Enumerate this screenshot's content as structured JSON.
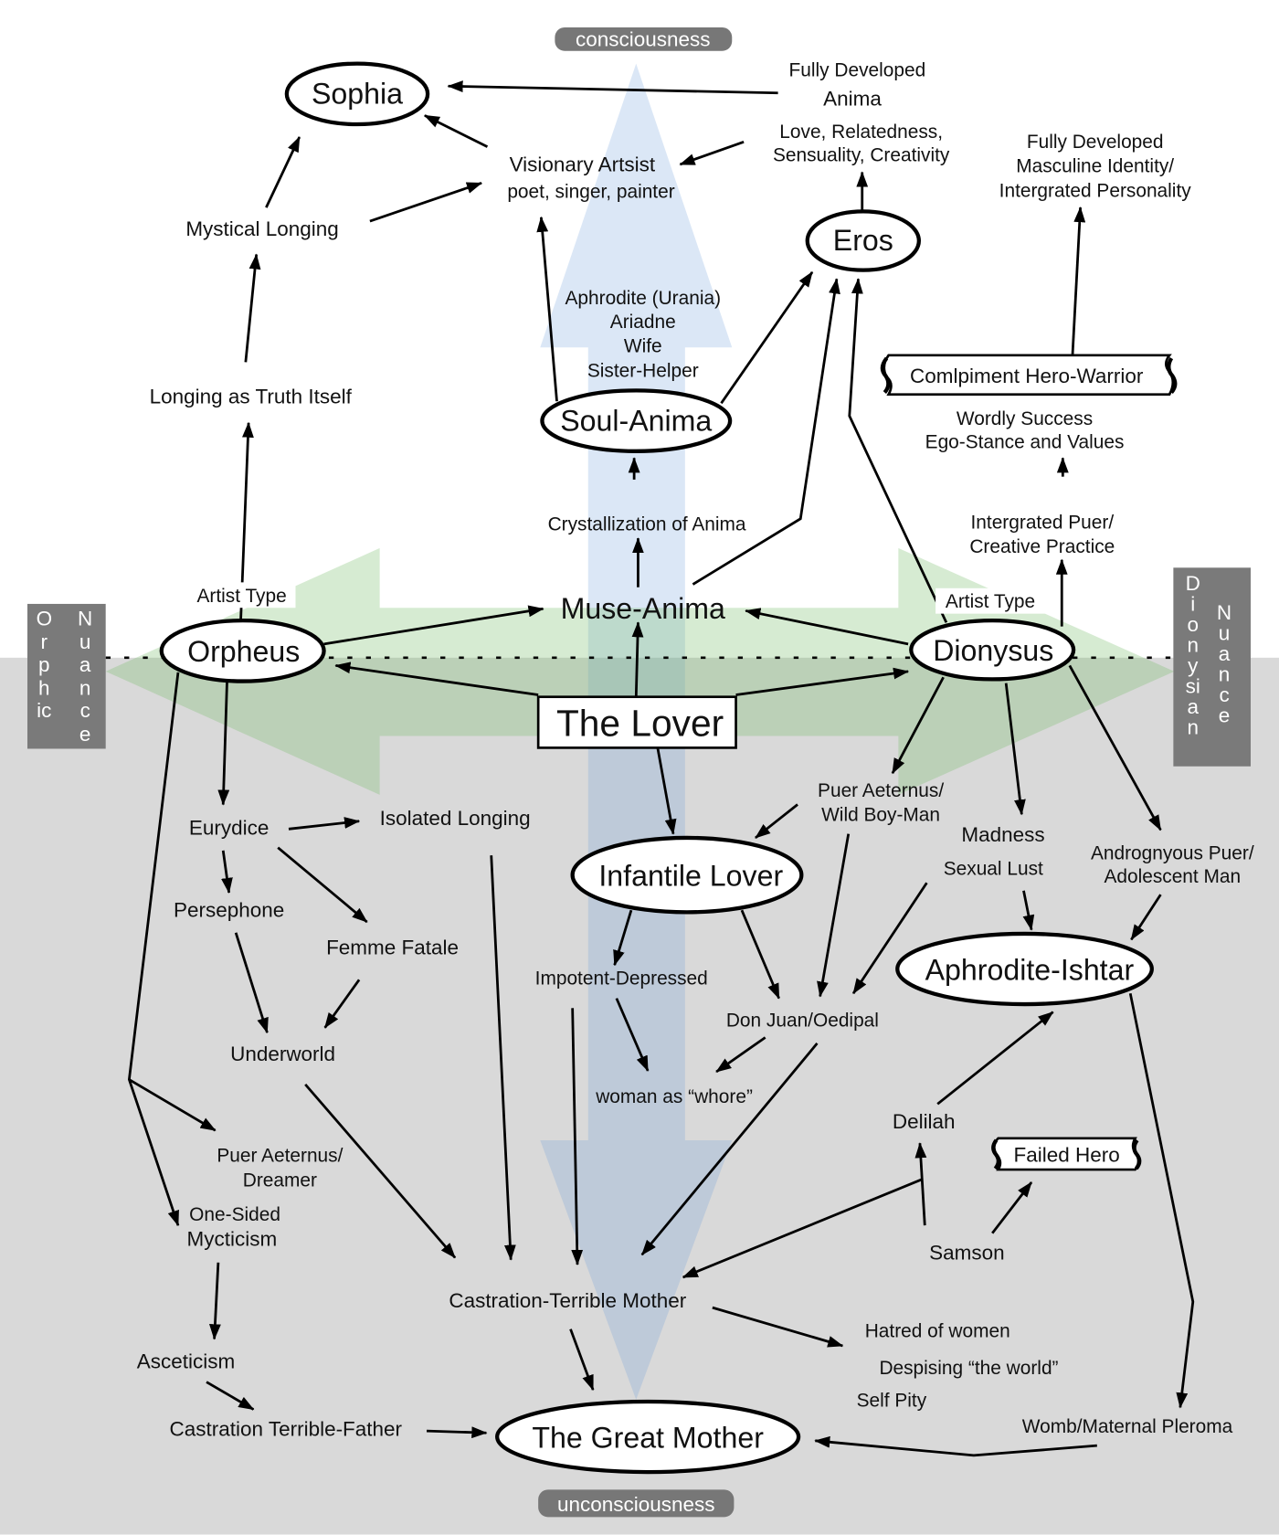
{
  "poles": {
    "top": "consciousness",
    "bottom": "unconsciousness"
  },
  "side_labels": {
    "left": {
      "word1": "Orphic",
      "word2": "Nuance"
    },
    "right": {
      "word1": "Dionysian",
      "word2": "Nuance"
    }
  },
  "nodes": {
    "sophia": "Sophia",
    "eros": "Eros",
    "soul_anima": "Soul-Anima",
    "muse_anima": "Muse-Anima",
    "orpheus": "Orpheus",
    "dionysus": "Dionysus",
    "the_lover": "The Lover",
    "infantile_lover": "Infantile Lover",
    "aphrodite_ishtar": "Aphrodite-Ishtar",
    "great_mother": "The Great Mother",
    "hero_warrior": "Comlpiment Hero-Warrior",
    "failed_hero": "Failed Hero"
  },
  "labels": {
    "fully_dev_anima_1": "Fully Developed",
    "fully_dev_anima_2": "Anima",
    "love_1": "Love, Relatedness,",
    "love_2": "Sensuality, Creativity",
    "masc_1": "Fully Developed",
    "masc_2": "Masculine Identity/",
    "masc_3": "Intergrated Personality",
    "visionary_1": "Visionary Artsist",
    "visionary_2": "poet, singer, painter",
    "mystical": "Mystical Longing",
    "aphrodite_urania": "Aphrodite (Urania)",
    "ariadne": "Ariadne",
    "wife": "Wife",
    "sister_helper": "Sister-Helper",
    "longing_truth": "Longing as Truth Itself",
    "worldly_1": "Wordly Success",
    "worldly_2": "Ego-Stance and Values",
    "crystallization": "Crystallization of Anima",
    "integrated_puer_1": "Intergrated Puer/",
    "integrated_puer_2": "Creative Practice",
    "artist_type_left": "Artist Type",
    "artist_type_right": "Artist Type",
    "puer_wild_1": "Puer Aeternus/",
    "puer_wild_2": "Wild Boy-Man",
    "madness": "Madness",
    "sexual_lust": "Sexual Lust",
    "androgynous_1": "Andrognyous Puer/",
    "androgynous_2": "Adolescent Man",
    "eurydice": "Eurydice",
    "isolated_longing": "Isolated Longing",
    "persephone": "Persephone",
    "femme_fatale": "Femme Fatale",
    "impotent": "Impotent-Depressed",
    "don_juan": "Don Juan/Oedipal",
    "underworld": "Underworld",
    "whore": "woman as “whore”",
    "delilah": "Delilah",
    "puer_dreamer_1": "Puer Aeternus/",
    "puer_dreamer_2": "Dreamer",
    "one_sided_1": "One-Sided",
    "one_sided_2": "Mycticism",
    "samson": "Samson",
    "castration_mother": "Castration-Terrible Mother",
    "hatred": "Hatred of women",
    "despising": "Despising “the world”",
    "self_pity": "Self Pity",
    "asceticism": "Asceticism",
    "castration_father": "Castration Terrible-Father",
    "womb": "Womb/Maternal Pleroma"
  },
  "colors": {
    "vertical_arrow": "#c9dbef",
    "horizontal_arrow": "#a8d4a0",
    "lower_background": "#d9d9d9",
    "side_box": "#7a7a7a"
  }
}
